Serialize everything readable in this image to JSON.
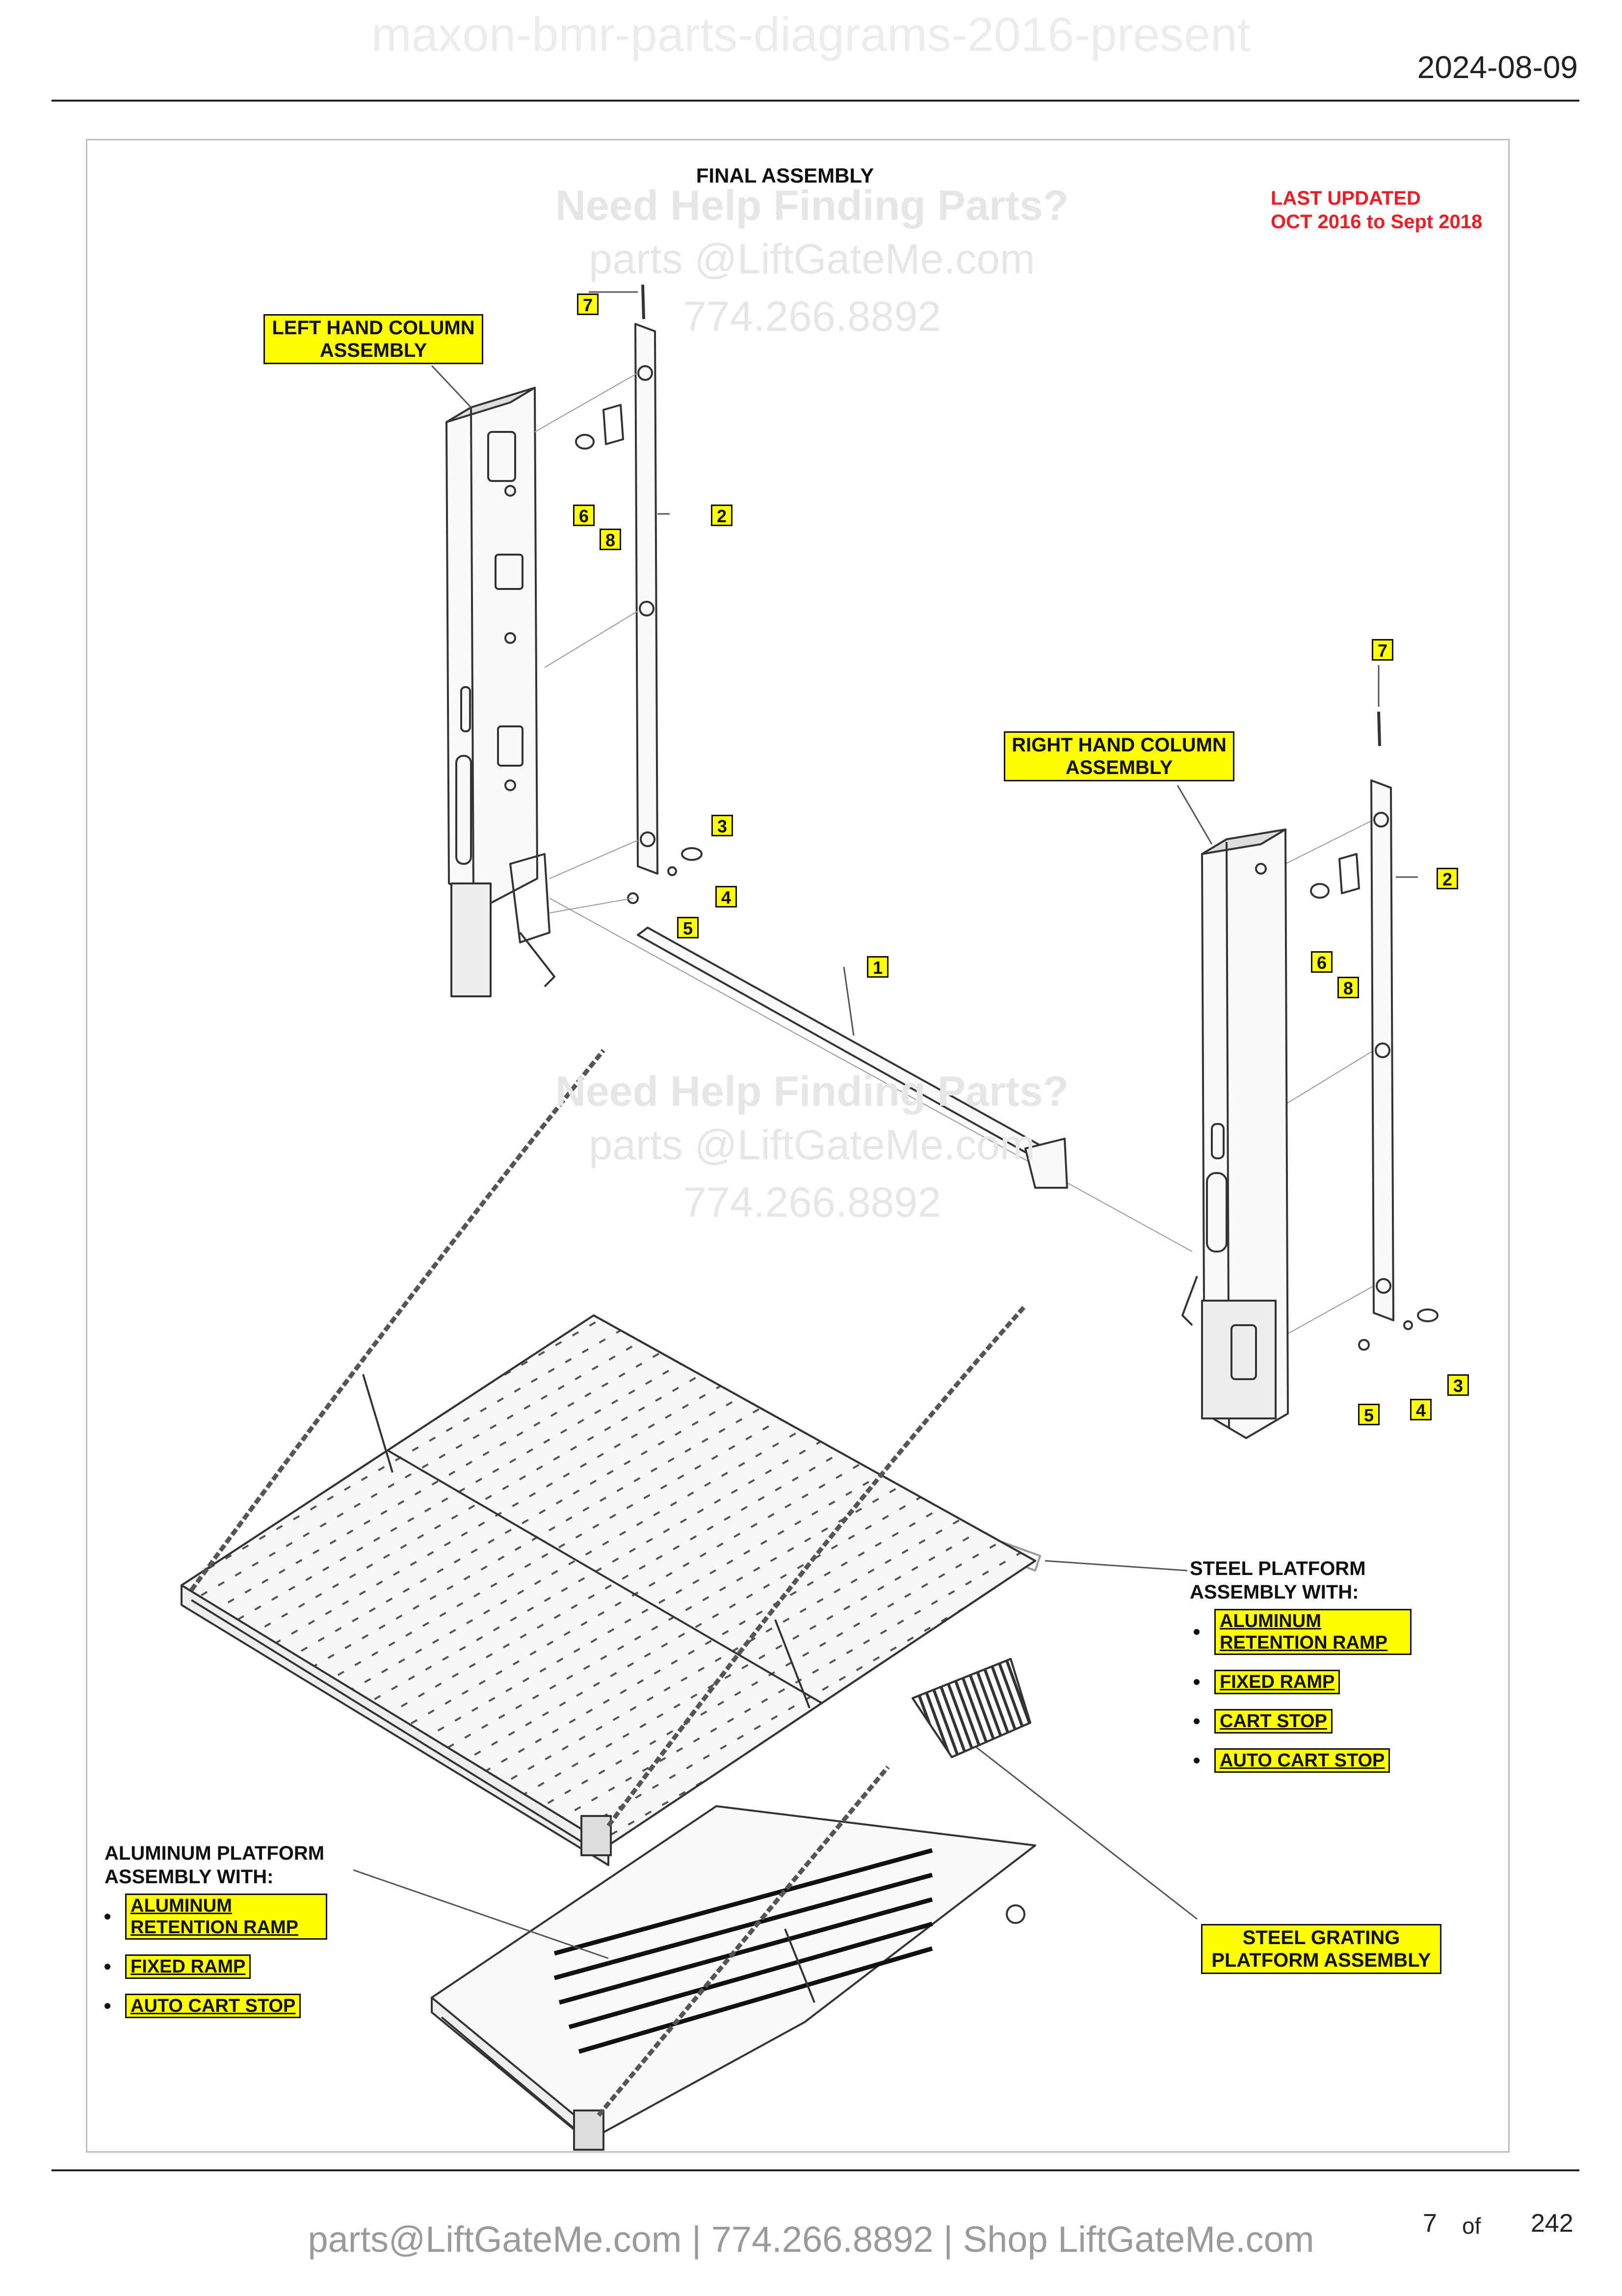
{
  "header": {
    "watermark_title": "maxon-bmr-parts-diagrams-2016-present",
    "date": "2024-08-09"
  },
  "diagram": {
    "title": "FINAL ASSEMBLY",
    "last_updated_line1": "LAST UPDATED",
    "last_updated_line2": "OCT 2016 to Sept 2018",
    "left_column_label": "LEFT HAND COLUMN ASSEMBLY",
    "right_column_label": "RIGHT HAND COLUMN ASSEMBLY",
    "steel_platform": {
      "title_line1": "STEEL PLATFORM",
      "title_line2": "ASSEMBLY WITH:",
      "features": [
        "ALUMINUM RETENTION RAMP",
        "FIXED RAMP",
        "CART STOP",
        "AUTO CART STOP"
      ]
    },
    "aluminum_platform": {
      "title_line1": "ALUMINUM PLATFORM",
      "title_line2": "ASSEMBLY WITH:",
      "features": [
        "ALUMINUM RETENTION RAMP",
        "FIXED RAMP",
        "AUTO CART STOP"
      ]
    },
    "steel_grating_label": "STEEL GRATING PLATFORM ASSEMBLY",
    "callouts": {
      "c1": "1",
      "c2": "2",
      "c3": "3",
      "c4": "4",
      "c5": "5",
      "c6": "6",
      "c7": "7",
      "c8": "8"
    }
  },
  "watermark": {
    "line1": "Need Help Finding Parts?",
    "line2": "parts @LiftGateMe.com",
    "line3": "774.266.8892"
  },
  "footer": {
    "contact": "parts@LiftGateMe.com | 774.266.8892 | Shop LiftGateMe.com",
    "page_current": "7",
    "page_of": "of",
    "page_total": "242"
  }
}
